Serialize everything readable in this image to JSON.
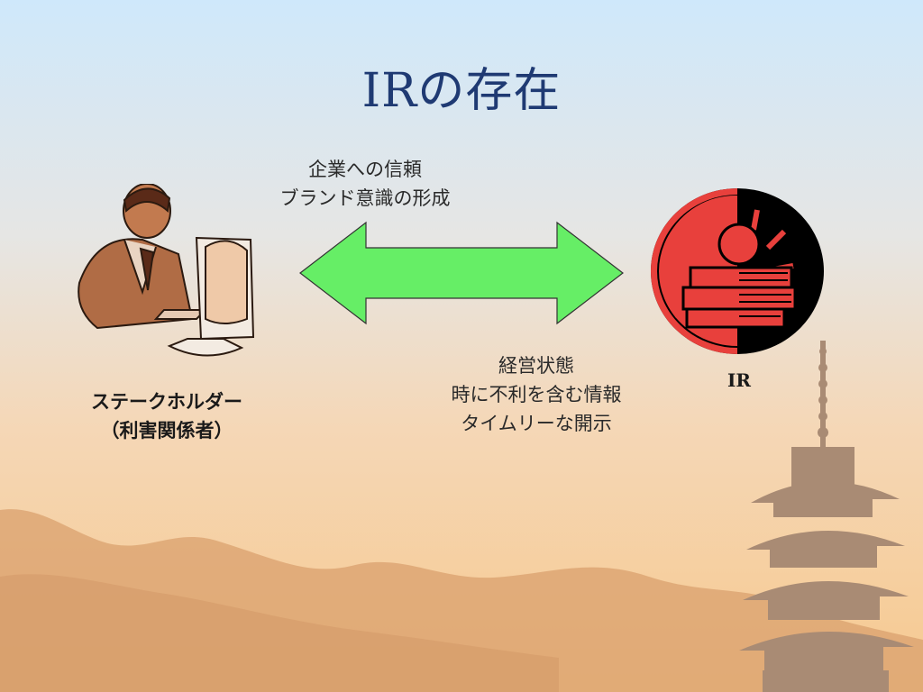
{
  "slide": {
    "title": "IRの存在",
    "top_caption": [
      "企業への信頼",
      "ブランド意識の形成"
    ],
    "bottom_caption": [
      "経営状態",
      "時に不利を含む情報",
      "タイムリーな開示"
    ],
    "stakeholder_label": [
      "ステークホルダー",
      "（利害関係者）"
    ],
    "ir_label": "IR"
  },
  "colors": {
    "title": "#1f3a73",
    "arrow_fill": "#66ee66",
    "ir_red": "#e8403c",
    "mountains": "#d9a06e",
    "pagoda": "#a98b74"
  },
  "icons": {
    "stakeholder": "man-at-computer-icon",
    "ir": "apple-on-books-icon",
    "arrow": "double-arrow-icon",
    "pagoda": "pagoda-silhouette"
  }
}
